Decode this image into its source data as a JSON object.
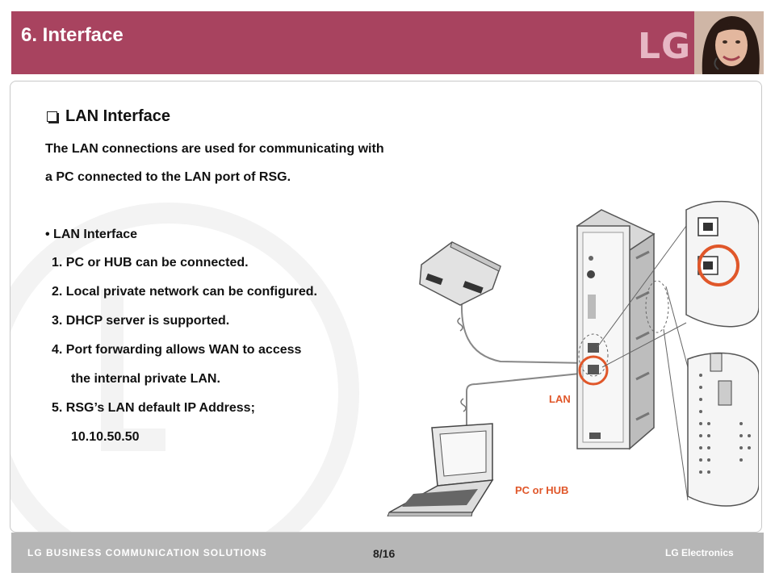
{
  "header": {
    "title": "6. Interface",
    "logo_text": "LG",
    "accent_color": "#a8435f"
  },
  "section": {
    "heading": "LAN Interface",
    "intro_line1": "The LAN connections are used for communicating with",
    "intro_line2": "a PC connected to the LAN port of RSG.",
    "bullet": "LAN Interface",
    "items": [
      "1. PC or HUB can be connected.",
      "2. Local private network can be configured.",
      "3. DHCP server is supported.",
      "4. Port forwarding allows WAN to access",
      "the internal private LAN.",
      "5. RSG’s LAN default IP Address;",
      "10.10.50.50"
    ]
  },
  "diagram": {
    "lan_label": "LAN",
    "pc_hub_label": "PC or HUB",
    "label_color": "#e0572a",
    "highlight_color": "#e0572a"
  },
  "footer": {
    "left_text": "LG BUSINESS COMMUNICATION SOLUTIONS",
    "page": "8/16",
    "right_text": "LG Electronics"
  }
}
